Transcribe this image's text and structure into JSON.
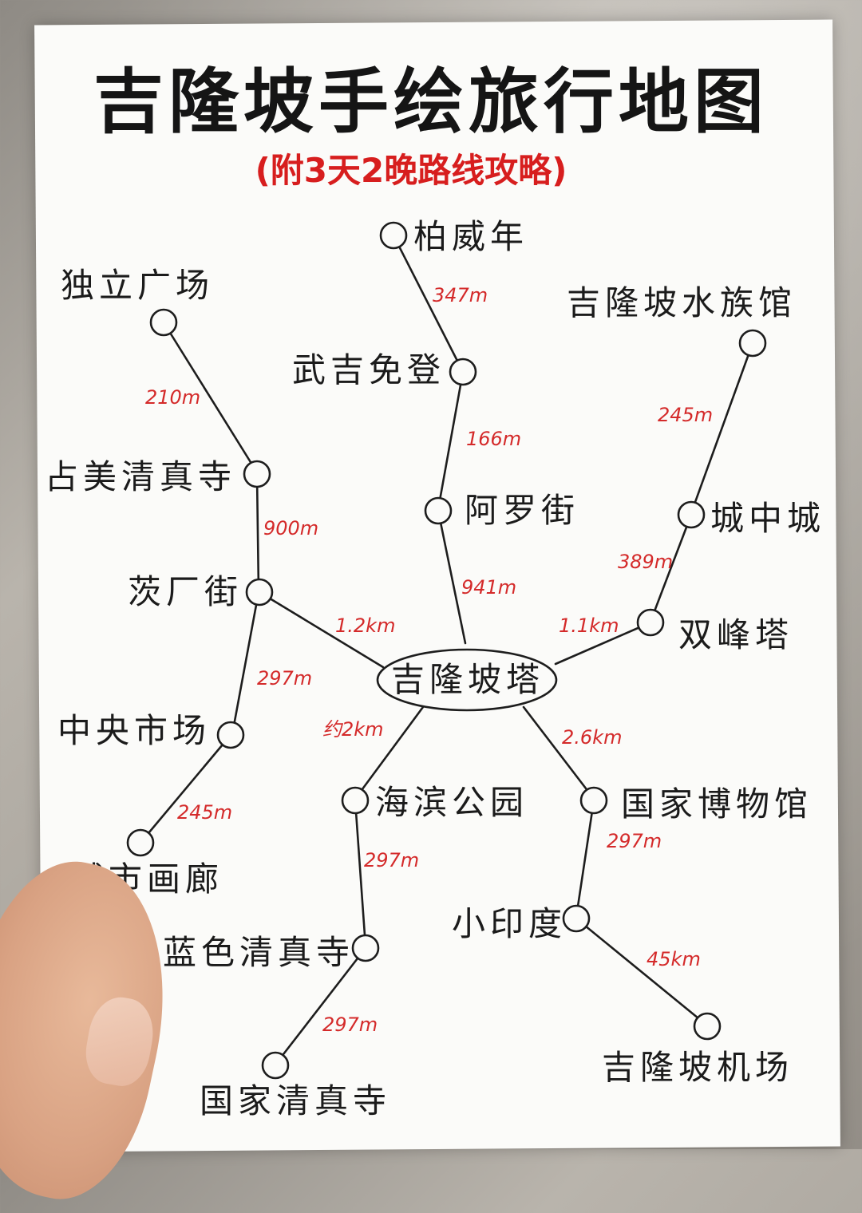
{
  "title": "吉隆坡手绘旅行地图",
  "subtitle": "(附3天2晚路线攻略)",
  "center": {
    "label": "吉隆坡塔"
  },
  "places": {
    "pavilion": "柏威年",
    "merdeka": "独立广场",
    "aquaria": "吉隆坡水族馆",
    "bukit_bintang": "武吉免登",
    "jamek": "占美清真寺",
    "alor": "阿罗街",
    "klcc": "城中城",
    "petaling": "茨厂街",
    "twin_towers": "双峰塔",
    "central_market": "中央市场",
    "gallery": "城市画廊",
    "seaside_park": "海滨公园",
    "museum": "国家博物馆",
    "little_india": "小印度",
    "blue_mosque": "蓝色清真寺",
    "national_mosque": "国家清真寺",
    "airport": "吉隆坡机场"
  },
  "distances": {
    "pavilion_bukit": "347m",
    "merdeka_jamek": "210m",
    "aquaria_klcc": "245m",
    "bukit_alor": "166m",
    "jamek_petaling": "900m",
    "klcc_towers": "389m",
    "alor_center": "941m",
    "petaling_center": "1.2km",
    "towers_center": "1.1km",
    "petaling_central": "297m",
    "center_seaside": "约2km",
    "center_museum": "2.6km",
    "central_gallery": "245m",
    "seaside_blue": "297m",
    "museum_india": "297m",
    "india_airport": "45km",
    "blue_national": "297m"
  }
}
